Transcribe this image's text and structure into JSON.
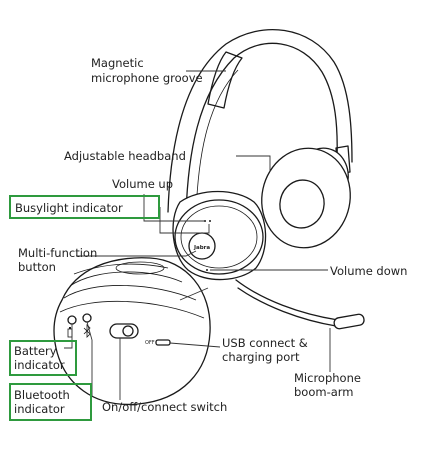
{
  "labels": {
    "magnetic_groove_1": "Magnetic",
    "magnetic_groove_2": "microphone groove",
    "adjustable_headband": "Adjustable headband",
    "volume_up": "Volume up",
    "busylight": "Busylight indicator",
    "multifunction_1": "Multi-function",
    "multifunction_2": "button",
    "volume_down": "Volume down",
    "battery_1": "Battery",
    "battery_2": "indicator",
    "usb_1": "USB connect &",
    "usb_2": "charging port",
    "bluetooth_1": "Bluetooth",
    "bluetooth_2": "indicator",
    "onoff_switch": "On/off/connect switch",
    "microphone_1": "Microphone",
    "microphone_2": "boom-arm"
  },
  "device": {
    "brand_logo": "Jabra",
    "switch_text": "OFF"
  },
  "icons": {
    "battery_symbol": "battery-icon",
    "bluetooth_symbol": "bluetooth-icon"
  },
  "colors": {
    "highlight_box": "#2e9a3e",
    "line_art": "#1a1a1a",
    "text": "#222222"
  }
}
